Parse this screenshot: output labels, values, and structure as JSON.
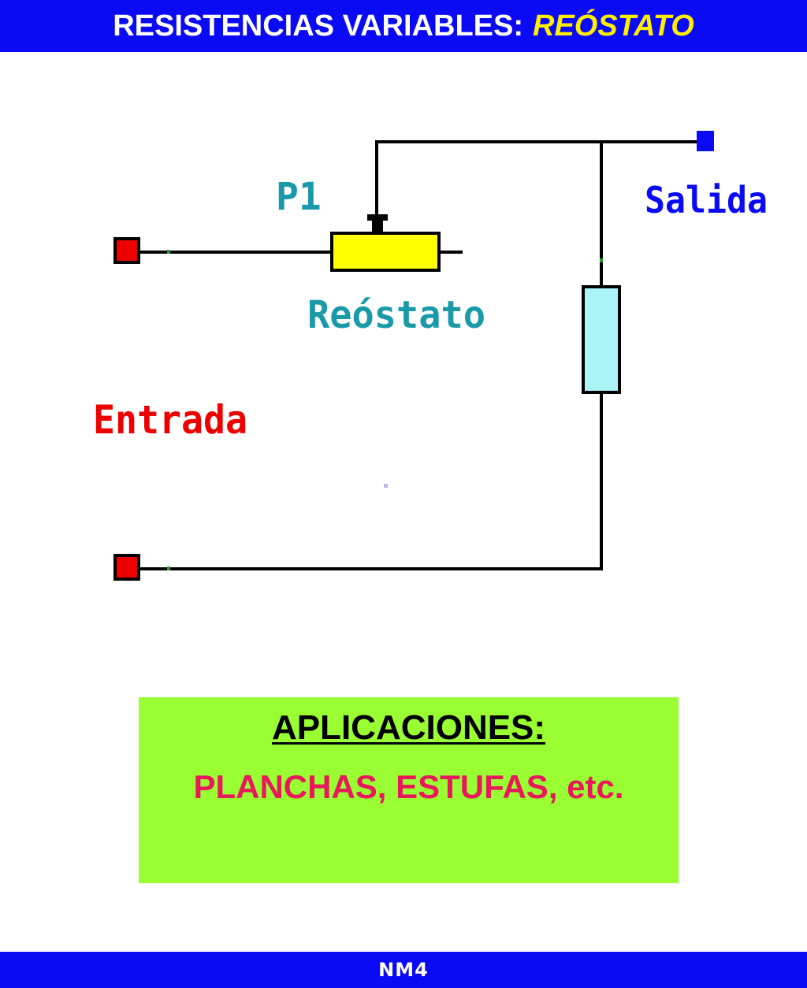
{
  "header": {
    "title_main": "RESISTENCIAS VARIABLES:",
    "title_accent": "REÓSTATO"
  },
  "diagram": {
    "label_p1": "P1",
    "label_salida": "Salida",
    "label_reostato": "Reóstato",
    "label_entrada": "Entrada",
    "colors": {
      "wire": "#000000",
      "terminal_in": "#ee0000",
      "terminal_out": "#0a0af5",
      "reostato": "#ffff00",
      "resistor": "#aaf4f8",
      "teal_label": "#1a9aa8"
    }
  },
  "applications": {
    "heading": "APLICACIONES:",
    "body": "PLANCHAS, ESTUFAS, etc."
  },
  "footer": {
    "label": "NM4"
  }
}
